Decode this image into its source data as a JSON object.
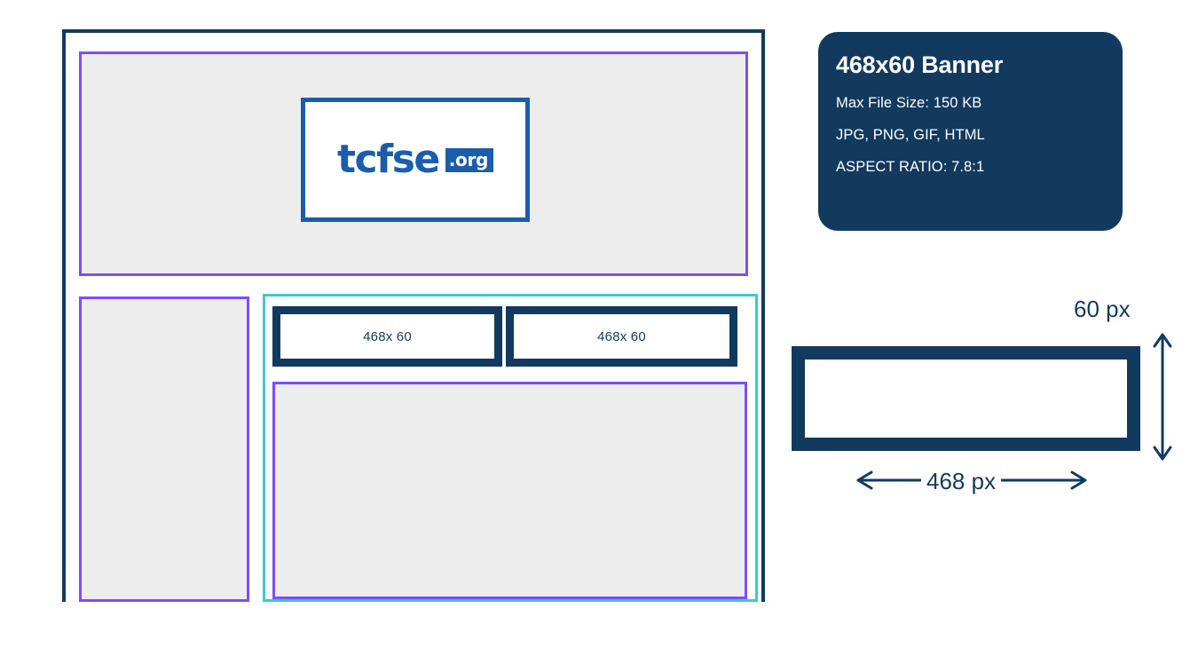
{
  "logo": {
    "wordmark": "tcfse",
    "tld": ".org",
    "brand_color": "#1A5DAD"
  },
  "wireframe": {
    "frame_color": "#123A5E",
    "slot_border_color": "#7B4DFF",
    "slot_fill_color": "#EDEDED",
    "group_border_color": "#3CC8D2",
    "banner_slots": [
      {
        "label": "468x 60"
      },
      {
        "label": "468x 60"
      }
    ]
  },
  "spec_card": {
    "title": "468x60 Banner",
    "background_color": "#123A5E",
    "lines": [
      "Max File Size: 150 KB",
      "JPG, PNG, GIF, HTML",
      "ASPECT RATIO: 7.8:1"
    ]
  },
  "dimension_diagram": {
    "height_label": "60 px",
    "width_label": "468 px",
    "stroke_color": "#123A5E"
  }
}
